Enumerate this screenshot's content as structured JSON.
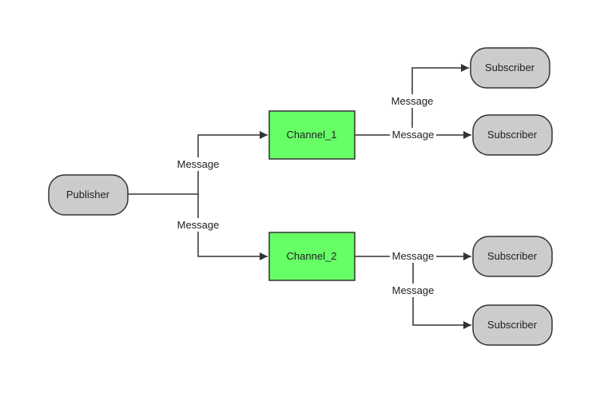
{
  "diagram": {
    "colors": {
      "publisher_fill": "#cccccc",
      "channel_fill": "#66ff66",
      "subscriber_fill": "#cccccc",
      "stroke": "#333333",
      "edge": "#333333"
    },
    "nodes": {
      "publisher": {
        "label": "Publisher"
      },
      "channel_1": {
        "label": "Channel_1"
      },
      "channel_2": {
        "label": "Channel_2"
      },
      "subscriber_1": {
        "label": "Subscriber"
      },
      "subscriber_2": {
        "label": "Subscriber"
      },
      "subscriber_3": {
        "label": "Subscriber"
      },
      "subscriber_4": {
        "label": "Subscriber"
      }
    },
    "edges": {
      "pub_to_channel_1": {
        "label": "Message"
      },
      "pub_to_channel_2": {
        "label": "Message"
      },
      "channel_1_to_subscriber_1": {
        "label": "Message"
      },
      "channel_1_to_subscriber_2": {
        "label": "Message"
      },
      "channel_2_to_subscriber_3": {
        "label": "Message"
      },
      "channel_2_to_subscriber_4": {
        "label": "Message"
      }
    }
  }
}
